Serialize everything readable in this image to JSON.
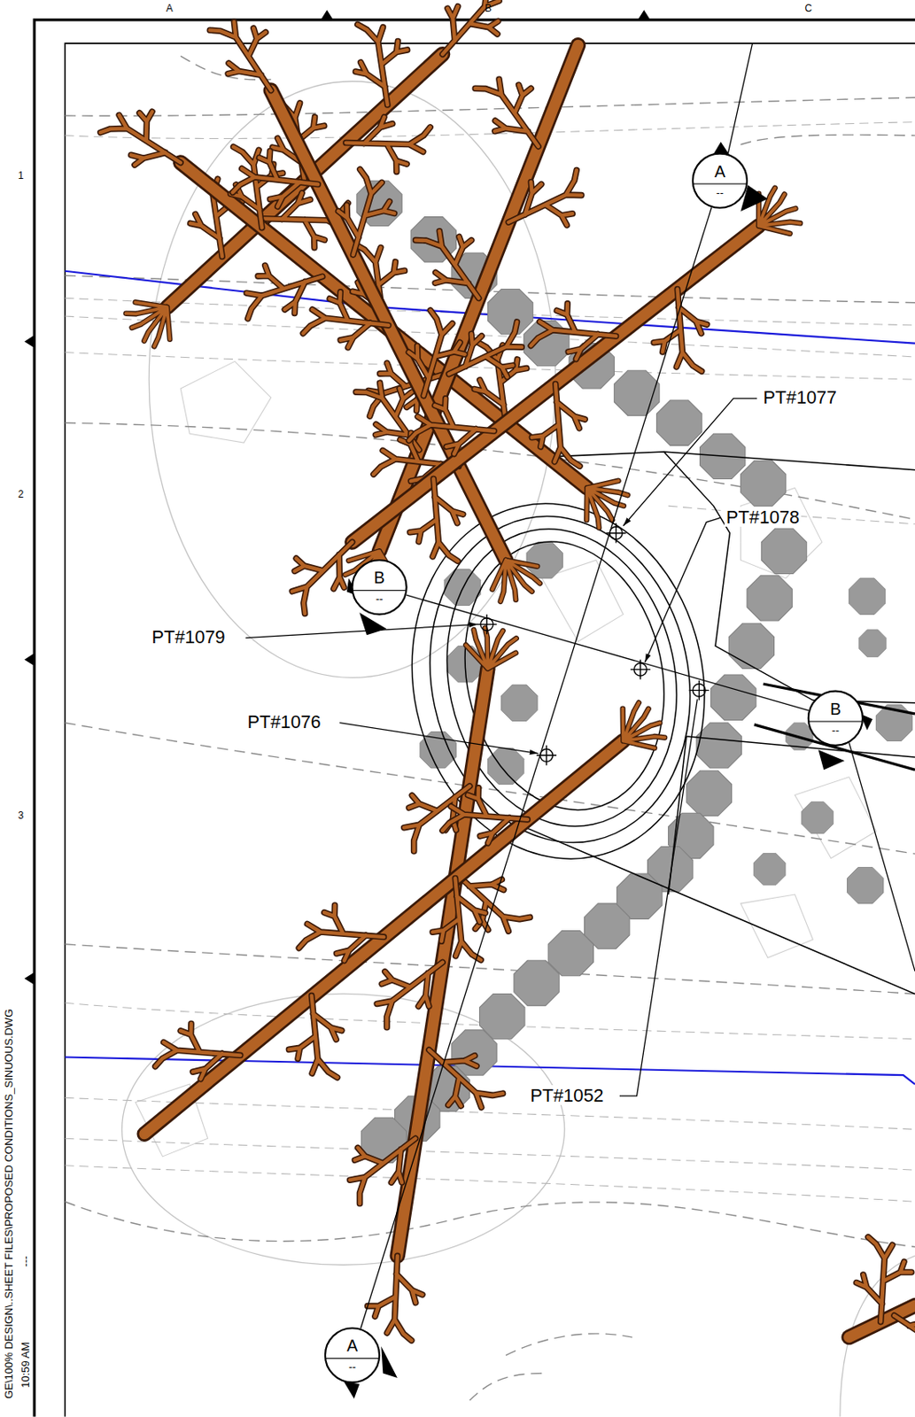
{
  "diagram": {
    "nodes": [
      {
        "text": [
          "A",
          "--"
        ]
      },
      {
        "text": [
          "B",
          "--"
        ]
      },
      {
        "text": [
          "B",
          "--"
        ]
      },
      {
        "text": [
          "A",
          "--"
        ]
      }
    ],
    "edges": [
      {
        "from": 0,
        "to": 3,
        "arrow": "none"
      },
      {
        "from": 1,
        "to": 2,
        "arrow": "none"
      }
    ],
    "labels": [
      "A",
      "B",
      "C",
      "1",
      "2",
      "3",
      "PT#1077",
      "PT#1078",
      "PT#1079",
      "PT#1076",
      "PT#1052",
      "GE\\100% DESIGN\\..SHEET FILES\\PROPOSED CONDITIONS_SINUOUS.DWG",
      "10:59 AM",
      "---"
    ]
  }
}
